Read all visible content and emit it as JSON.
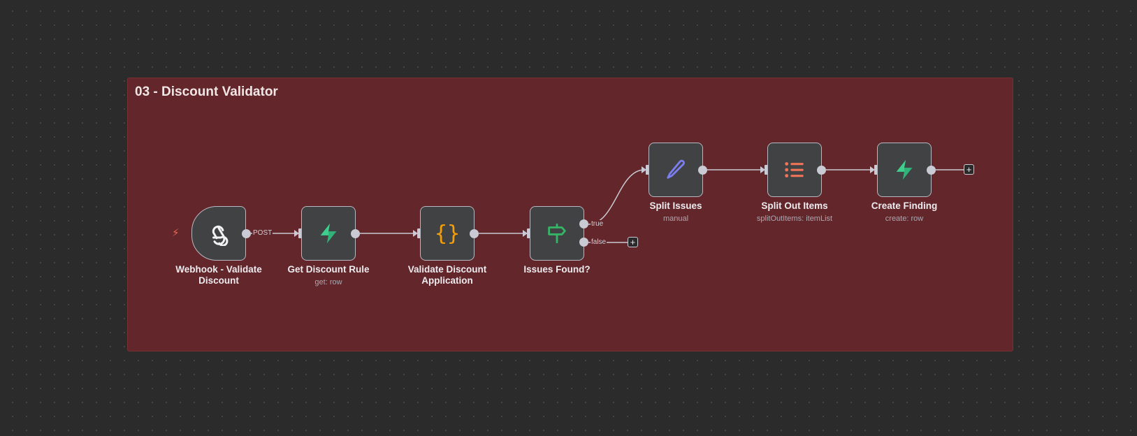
{
  "sticky_note": {
    "title": "03 - Discount Validator",
    "color": "#63262a"
  },
  "nodes": [
    {
      "id": "webhook",
      "name": "Webhook - Validate Discount",
      "name_lines": [
        "Webhook - Validate",
        "Discount"
      ],
      "subtitle": "",
      "icon": "webhook-icon",
      "trigger": true
    },
    {
      "id": "get-discount-rule",
      "name": "Get Discount Rule",
      "subtitle": "get: row",
      "icon": "supabase-icon"
    },
    {
      "id": "validate-discount",
      "name": "Validate Discount Application",
      "name_lines": [
        "Validate Discount",
        "Application"
      ],
      "subtitle": "",
      "icon": "code-braces-icon"
    },
    {
      "id": "issues-found",
      "name": "Issues Found?",
      "subtitle": "",
      "icon": "signpost-icon"
    },
    {
      "id": "split-issues",
      "name": "Split Issues",
      "subtitle": "manual",
      "icon": "pencil-icon"
    },
    {
      "id": "split-out-items",
      "name": "Split Out Items",
      "subtitle": "splitOutItems: itemList",
      "icon": "list-icon"
    },
    {
      "id": "create-finding",
      "name": "Create Finding",
      "subtitle": "create: row",
      "icon": "supabase-icon"
    }
  ],
  "edge_labels": {
    "webhook_out": "POST",
    "if_true": "true",
    "if_false": "false"
  },
  "add_button": "+",
  "trigger_icon": "⚡",
  "colors": {
    "supabase": "#3ecf8e",
    "code": "#f59e0b",
    "if": "#35b566",
    "pencil": "#7b7ef0",
    "list": "#f07458",
    "trigger": "#e86a54"
  }
}
